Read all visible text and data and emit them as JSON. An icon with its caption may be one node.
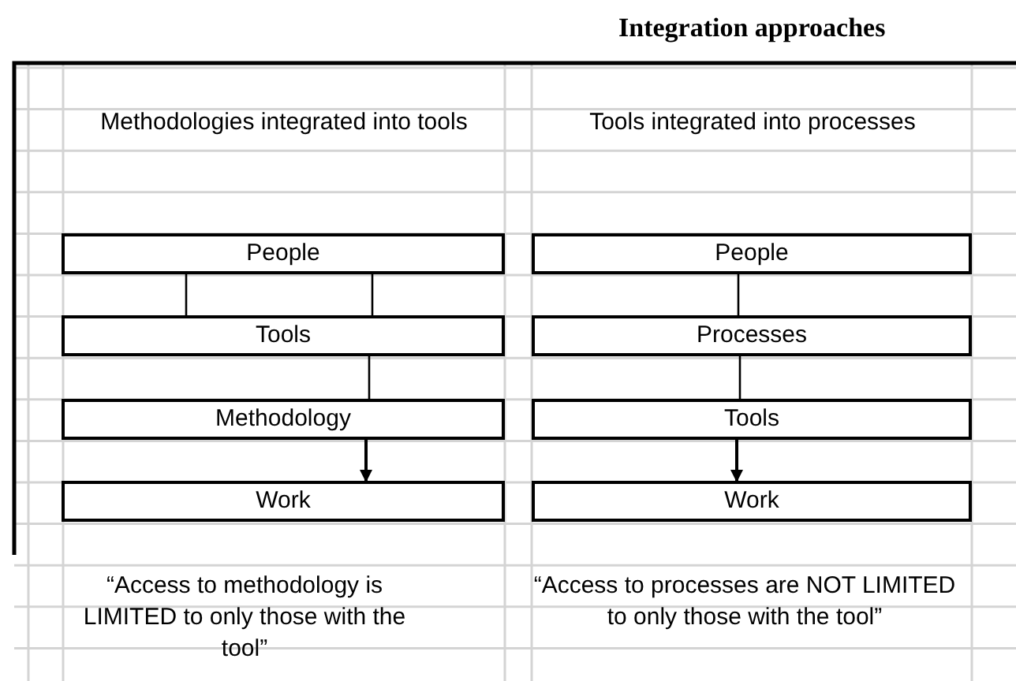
{
  "diagram": {
    "title": "Integration approaches",
    "nodes": [
      {
        "text": [
          "People"
        ]
      },
      {
        "text": [
          "Tools"
        ]
      },
      {
        "text": [
          "Methodology"
        ]
      },
      {
        "text": [
          "Work"
        ]
      },
      {
        "text": [
          "People"
        ]
      },
      {
        "text": [
          "Processes"
        ]
      },
      {
        "text": [
          "Tools"
        ]
      },
      {
        "text": [
          "Work"
        ]
      }
    ],
    "edges": [
      {
        "from": 0,
        "to": 1,
        "arrow": "none"
      },
      {
        "from": 0,
        "to": 1,
        "arrow": "none"
      },
      {
        "from": 1,
        "to": 2,
        "arrow": "none"
      },
      {
        "from": 2,
        "to": 3,
        "arrow": "to"
      },
      {
        "from": 4,
        "to": 5,
        "arrow": "none"
      },
      {
        "from": 5,
        "to": 6,
        "arrow": "none"
      },
      {
        "from": 6,
        "to": 7,
        "arrow": "to"
      }
    ],
    "labels": [
      "Methodologies integrated into tools",
      "Tools integrated into processes",
      "“Access to methodology is LIMITED to only those with the tool”",
      "“Access to processes are NOT LIMITED to only those with the tool”"
    ]
  }
}
